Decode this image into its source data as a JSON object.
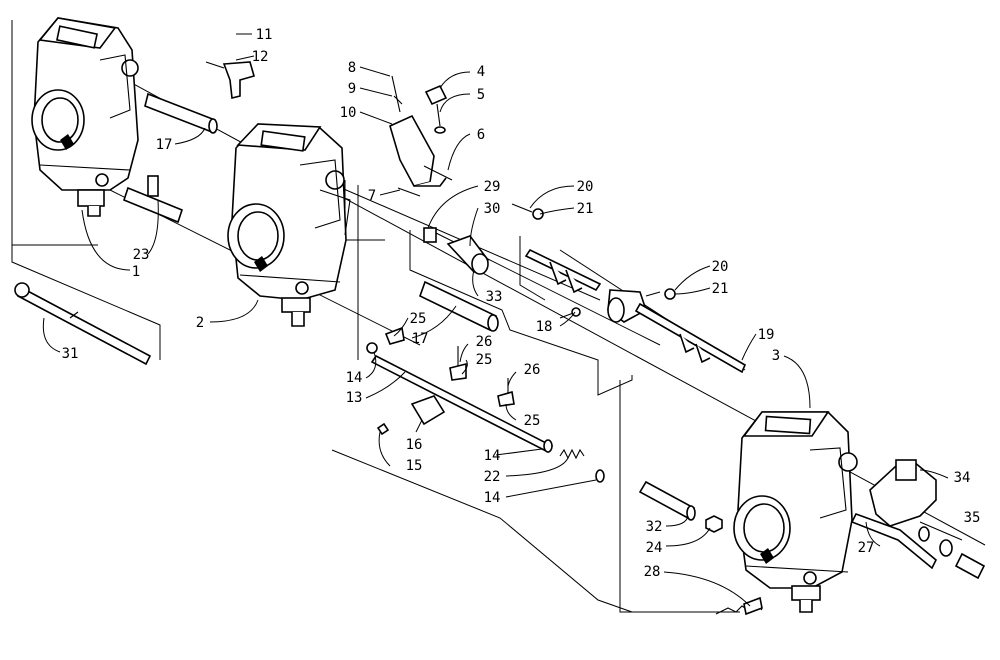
{
  "callouts": [
    {
      "id": "c11",
      "text": "11"
    },
    {
      "id": "c12",
      "text": "12"
    },
    {
      "id": "c8",
      "text": "8"
    },
    {
      "id": "c4",
      "text": "4"
    },
    {
      "id": "c9",
      "text": "9"
    },
    {
      "id": "c5",
      "text": "5"
    },
    {
      "id": "c10",
      "text": "10"
    },
    {
      "id": "c6",
      "text": "6"
    },
    {
      "id": "c17a",
      "text": "17"
    },
    {
      "id": "c7",
      "text": "7"
    },
    {
      "id": "c29",
      "text": "29"
    },
    {
      "id": "c20a",
      "text": "20"
    },
    {
      "id": "c30",
      "text": "30"
    },
    {
      "id": "c21a",
      "text": "21"
    },
    {
      "id": "c23",
      "text": "23"
    },
    {
      "id": "c1",
      "text": "1"
    },
    {
      "id": "c20b",
      "text": "20"
    },
    {
      "id": "c21b",
      "text": "21"
    },
    {
      "id": "c33",
      "text": "33"
    },
    {
      "id": "c2",
      "text": "2"
    },
    {
      "id": "c25a",
      "text": "25"
    },
    {
      "id": "c18",
      "text": "18"
    },
    {
      "id": "c17b",
      "text": "17"
    },
    {
      "id": "c19",
      "text": "19"
    },
    {
      "id": "c3",
      "text": "3"
    },
    {
      "id": "c31",
      "text": "31"
    },
    {
      "id": "c26a",
      "text": "26"
    },
    {
      "id": "c25b",
      "text": "25"
    },
    {
      "id": "c14a",
      "text": "14"
    },
    {
      "id": "c26b",
      "text": "26"
    },
    {
      "id": "c13",
      "text": "13"
    },
    {
      "id": "c25c",
      "text": "25"
    },
    {
      "id": "c16",
      "text": "16"
    },
    {
      "id": "c14b",
      "text": "14"
    },
    {
      "id": "c15",
      "text": "15"
    },
    {
      "id": "c22",
      "text": "22"
    },
    {
      "id": "c34",
      "text": "34"
    },
    {
      "id": "c14c",
      "text": "14"
    },
    {
      "id": "c35",
      "text": "35"
    },
    {
      "id": "c32",
      "text": "32"
    },
    {
      "id": "c24",
      "text": "24"
    },
    {
      "id": "c27",
      "text": "27"
    },
    {
      "id": "c28",
      "text": "28"
    }
  ]
}
